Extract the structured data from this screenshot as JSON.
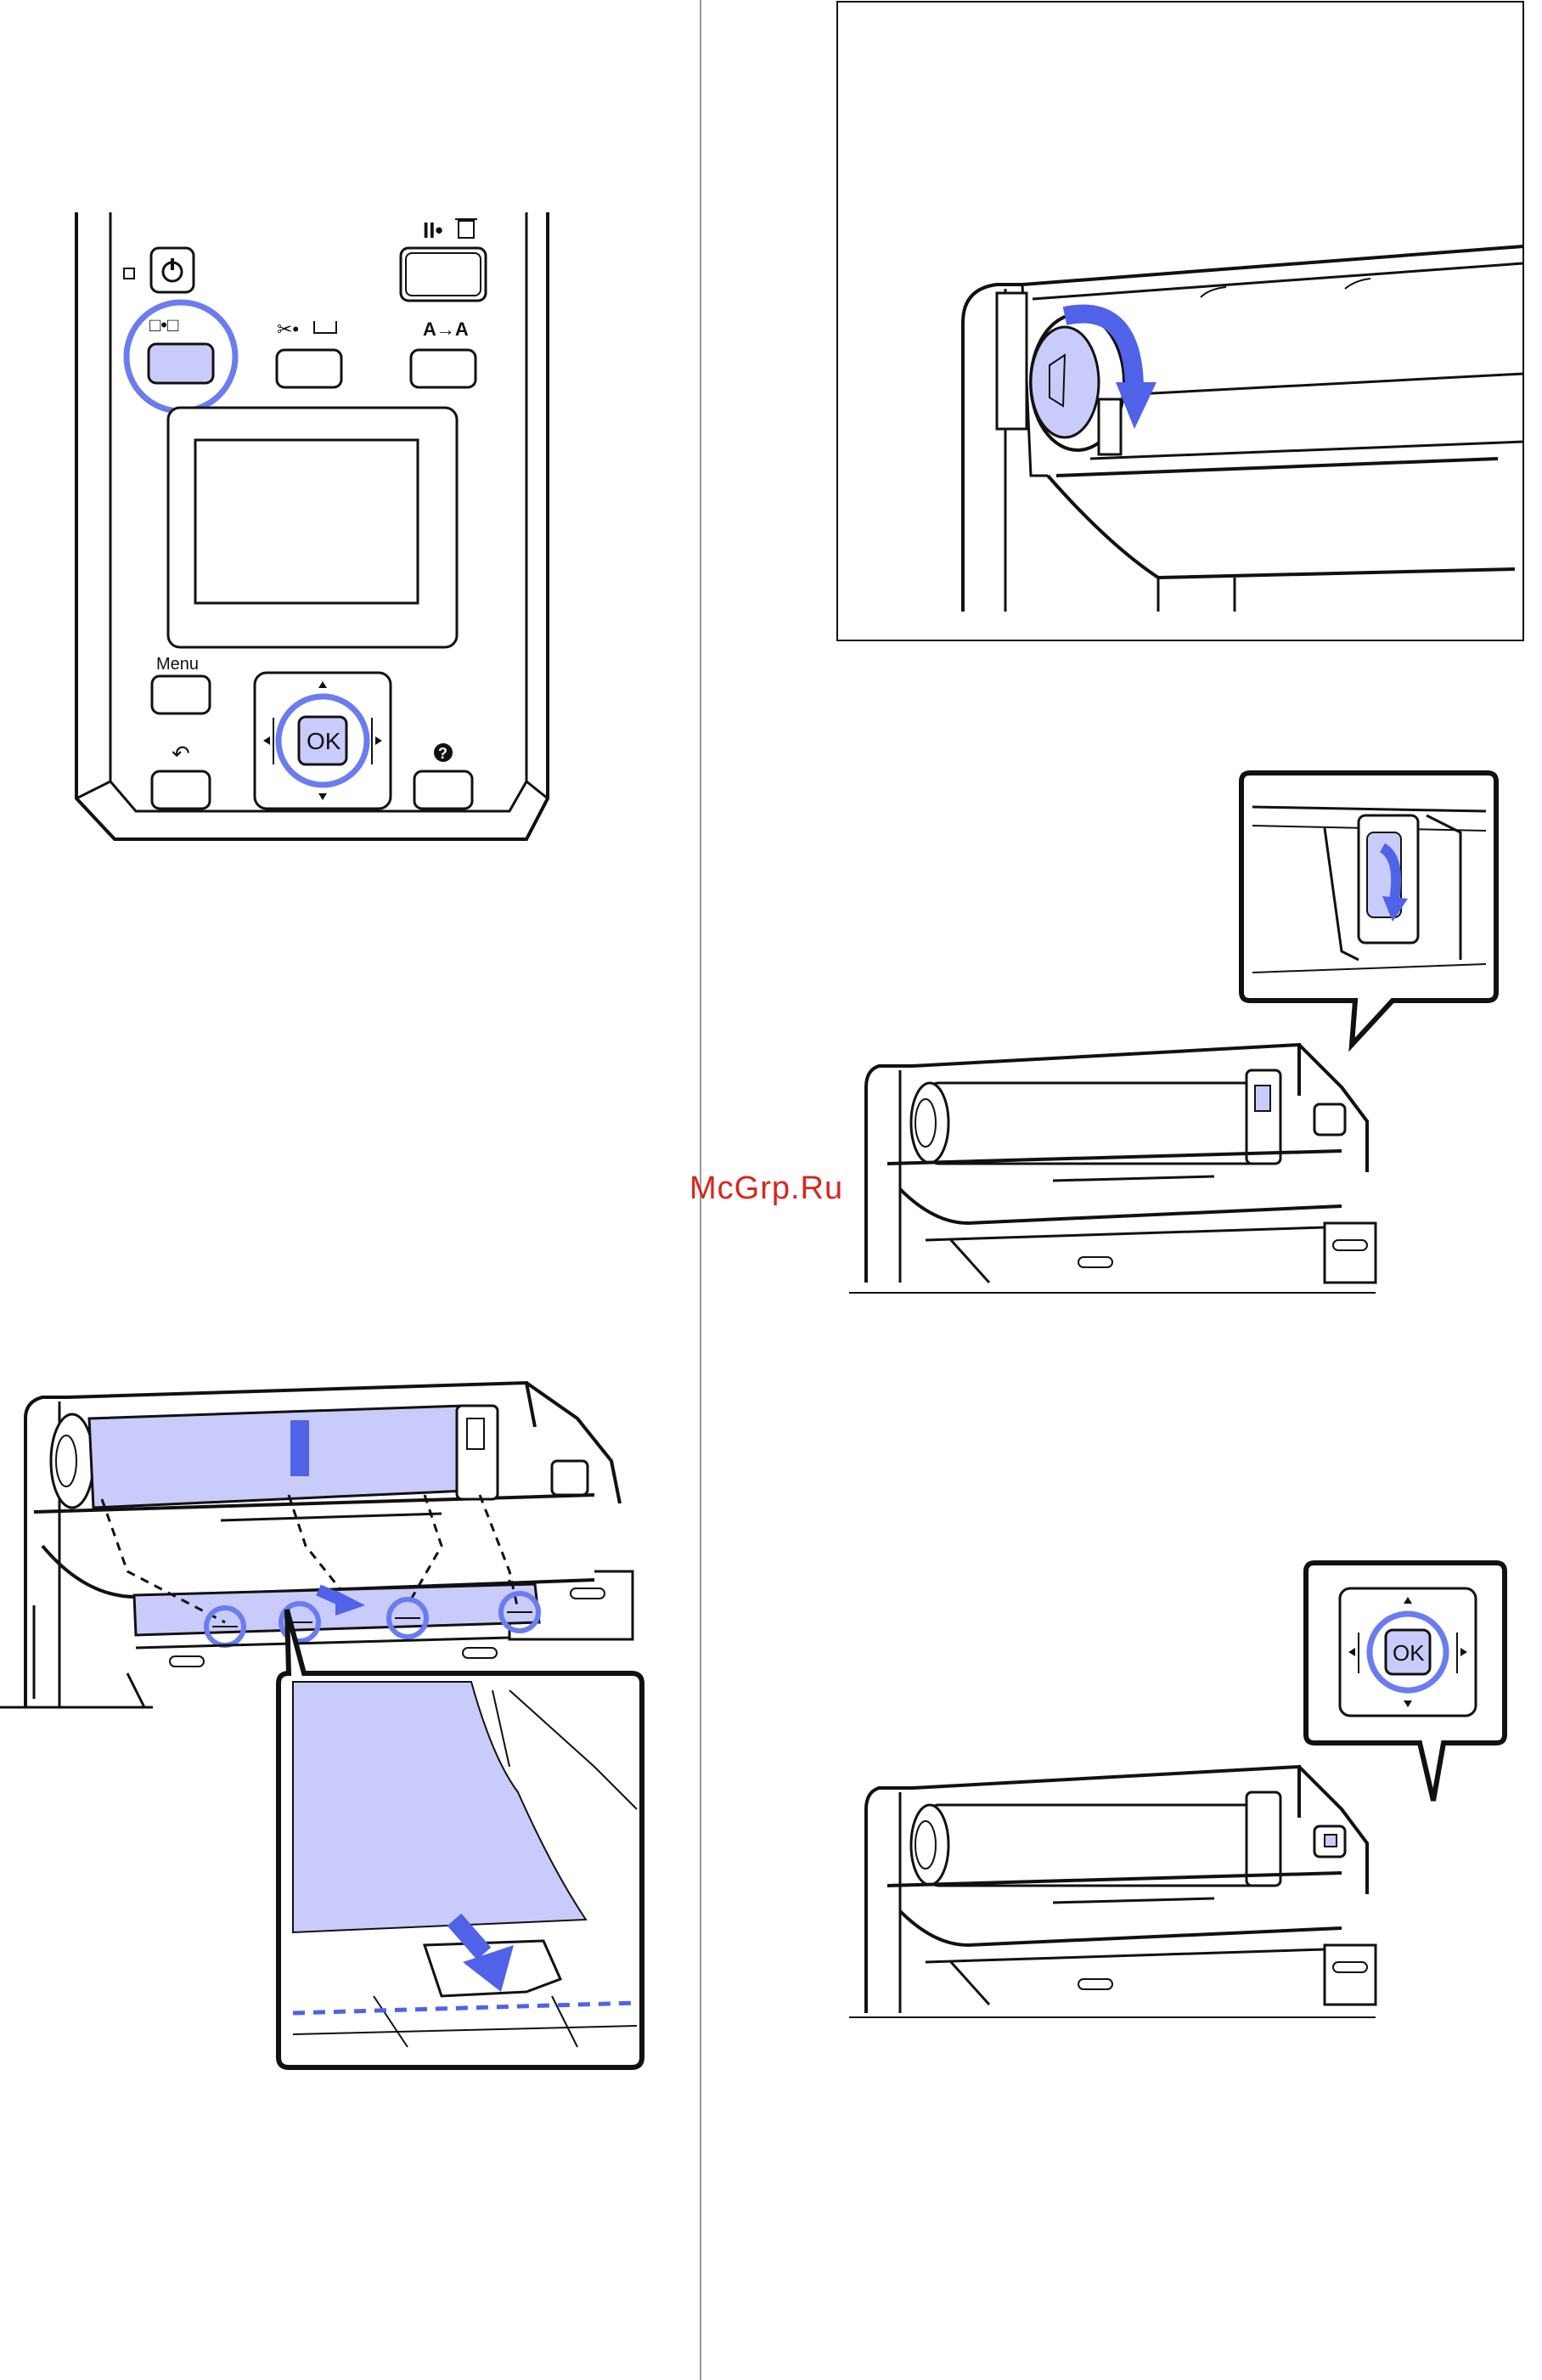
{
  "watermark": "McGrp.Ru",
  "panel": {
    "menu_label": "Menu",
    "ok_label": "OK",
    "help_glyph": "?",
    "back_glyph": "↶",
    "power_icon": "power-icon",
    "pause_cancel_icon": "pause-cancel-icon",
    "paper_source_icon": "paper-source-icon",
    "cut_eject_icon": "cut-eject-icon",
    "ink_switch_label": "A→A",
    "pause_label": "II•",
    "cut_label": "✂•",
    "source_label": "□•□"
  },
  "inset_ok": {
    "ok_label": "OK"
  },
  "colors": {
    "highlight": "#6b7cf0",
    "fill": "#c9cbfb",
    "line": "#111111",
    "divider": "#9a9a9a",
    "watermark": "#d9251b"
  }
}
